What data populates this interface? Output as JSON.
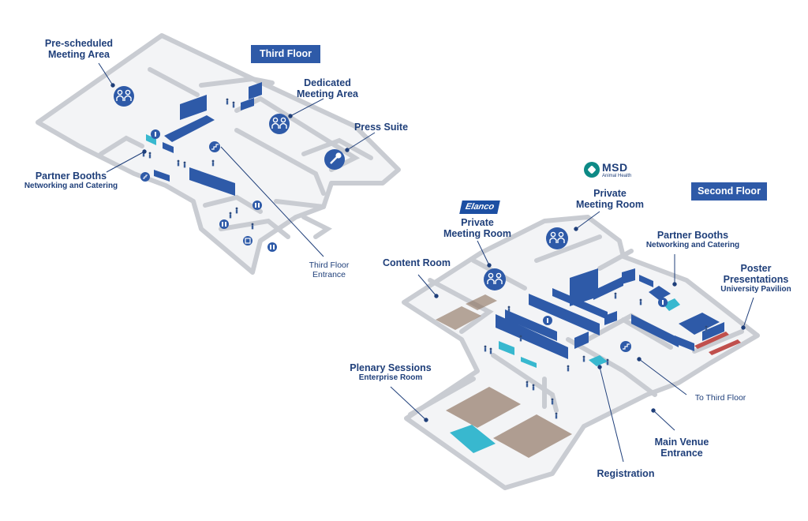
{
  "third_floor": {
    "title": "Third Floor",
    "pre_scheduled": "Pre-scheduled\nMeeting Area",
    "dedicated": "Dedicated\nMeeting Area",
    "press_suite": "Press Suite",
    "partner_booths": "Partner Booths",
    "partner_booths_sub": "Networking and Catering",
    "entrance": "Third Floor\nEntrance"
  },
  "second_floor": {
    "title": "Second Floor",
    "private_meeting_1": "Private\nMeeting Room",
    "private_meeting_2": "Private\nMeeting Room",
    "partner_booths": "Partner Booths",
    "partner_booths_sub": "Networking and Catering",
    "poster": "Poster\nPresentations",
    "poster_sub": "University Pavilion",
    "content_room": "Content Room",
    "plenary": "Plenary Sessions",
    "plenary_sub": "Enterprise Room",
    "to_third_floor": "To Third Floor",
    "main_entrance": "Main Venue\nEntrance",
    "registration": "Registration"
  },
  "logos": {
    "msd_wordmark": "MSD",
    "msd_sub": "Animal Health",
    "elanco": "Elanco"
  },
  "colors": {
    "wall": "#c9ccd2",
    "floor": "#f3f4f6",
    "booth": "#2e5aa8",
    "teal": "#38b8cf",
    "label": "#1f3f7a",
    "tag": "#2e5aa8"
  },
  "icons": [
    "meeting-icon",
    "microphone-icon",
    "stairs-icon",
    "restroom-icon",
    "info-icon",
    "elevator-icon"
  ]
}
